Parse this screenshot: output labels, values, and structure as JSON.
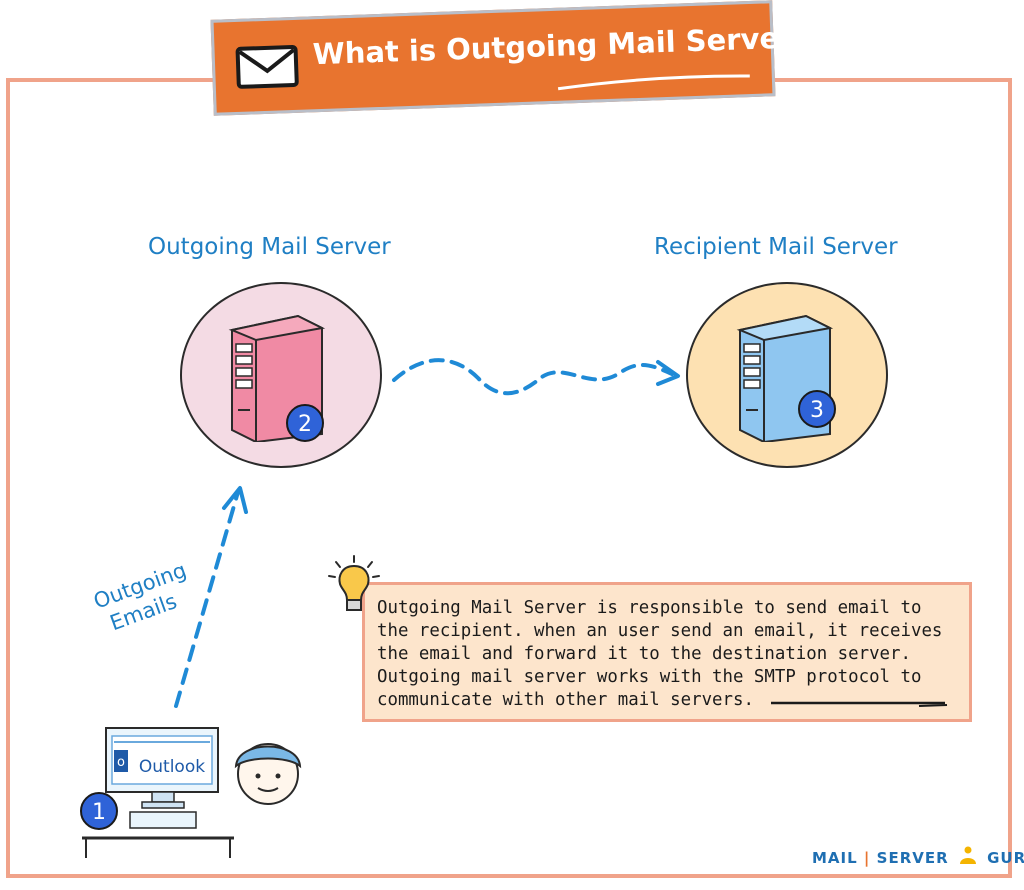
{
  "title": "What is Outgoing Mail Server?",
  "nodes": {
    "outgoing": {
      "label": "Outgoing Mail Server",
      "badge": "2",
      "fill": "#f4dbe4",
      "server_color": "#f08aa4"
    },
    "recipient": {
      "label": "Recipient Mail Server",
      "badge": "3",
      "fill": "#fde1b2",
      "server_color": "#8fc6f0"
    },
    "client": {
      "app_name": "Outlook",
      "badge": "1"
    }
  },
  "edge_label": {
    "line1": "Outgoing",
    "line2": "Emails"
  },
  "info": {
    "lines": [
      "Outgoing Mail Server is responsible to send email to",
      "the recipient. when an user send an email, it receives",
      "the email and forward it to the destination server.",
      "Outgoing mail server works with the SMTP protocol to",
      "communicate with other mail servers."
    ]
  },
  "brand": {
    "part1": "MAIL",
    "sep": "|",
    "part2": "SERVER",
    "part3": "GURU"
  },
  "colors": {
    "accent": "#e8742f",
    "arrow": "#1f8ad6",
    "frame": "#f0a38a",
    "badge": "#2f63d8"
  }
}
